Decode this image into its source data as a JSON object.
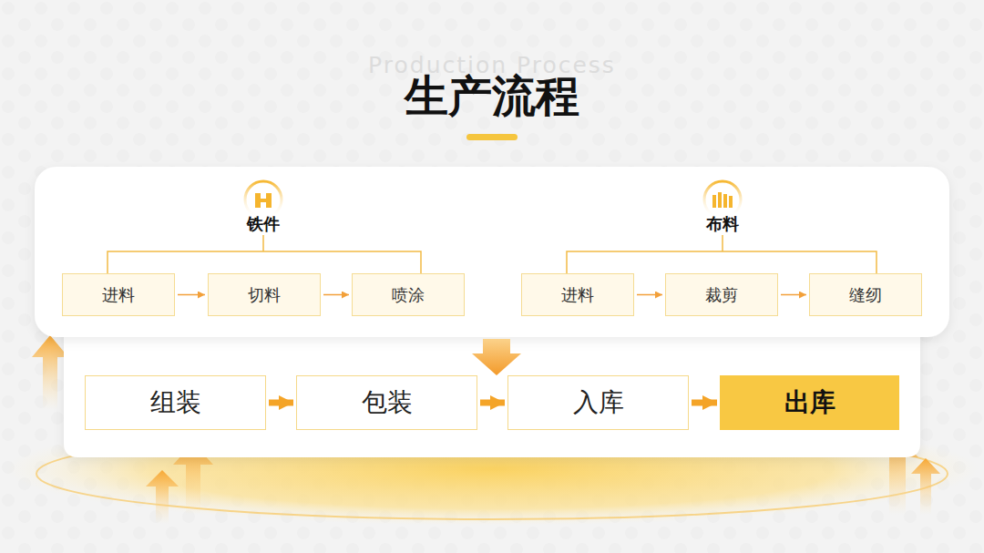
{
  "diagram": {
    "title": "生产流程",
    "nodes": [
      {
        "text": [
          "进料"
        ]
      },
      {
        "text": [
          "切料"
        ]
      },
      {
        "text": [
          "喷涂"
        ]
      },
      {
        "text": [
          "进料"
        ]
      },
      {
        "text": [
          "裁剪"
        ]
      },
      {
        "text": [
          "缝纫"
        ]
      },
      {
        "text": [
          "组装"
        ]
      },
      {
        "text": [
          "包装"
        ]
      },
      {
        "text": [
          "入库"
        ]
      },
      {
        "text": [
          "出库"
        ]
      }
    ],
    "edges": [
      {
        "from": 0,
        "to": 1,
        "arrow": "to"
      },
      {
        "from": 1,
        "to": 2,
        "arrow": "to"
      },
      {
        "from": 3,
        "to": 4,
        "arrow": "to"
      },
      {
        "from": 4,
        "to": 5,
        "arrow": "to"
      },
      {
        "from": 6,
        "to": 7,
        "arrow": "to"
      },
      {
        "from": 7,
        "to": 8,
        "arrow": "to"
      },
      {
        "from": 8,
        "to": 9,
        "arrow": "to"
      }
    ],
    "labels": [
      "Production Process",
      "铁件",
      "布料"
    ]
  }
}
